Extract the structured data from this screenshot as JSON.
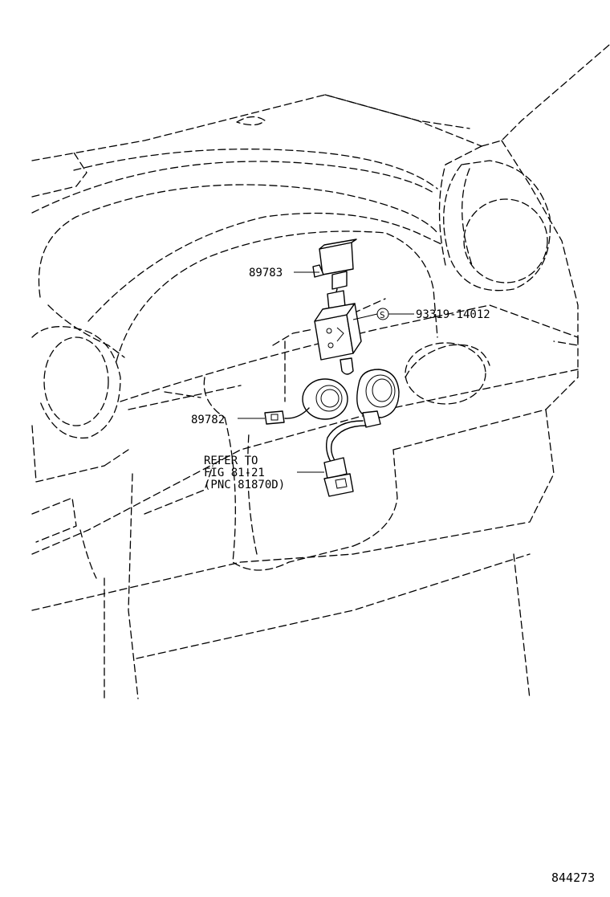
{
  "diagram": {
    "parts": [
      {
        "id": "p1",
        "number": "89783"
      },
      {
        "id": "p2",
        "number": "93319-14012",
        "symbol": "S"
      },
      {
        "id": "p3",
        "number": "89782"
      }
    ],
    "reference_note": {
      "line1": "REFER TO",
      "line2": "FIG 81-21",
      "line3": "(PNC 81870D)"
    },
    "figure_number": "844273"
  }
}
